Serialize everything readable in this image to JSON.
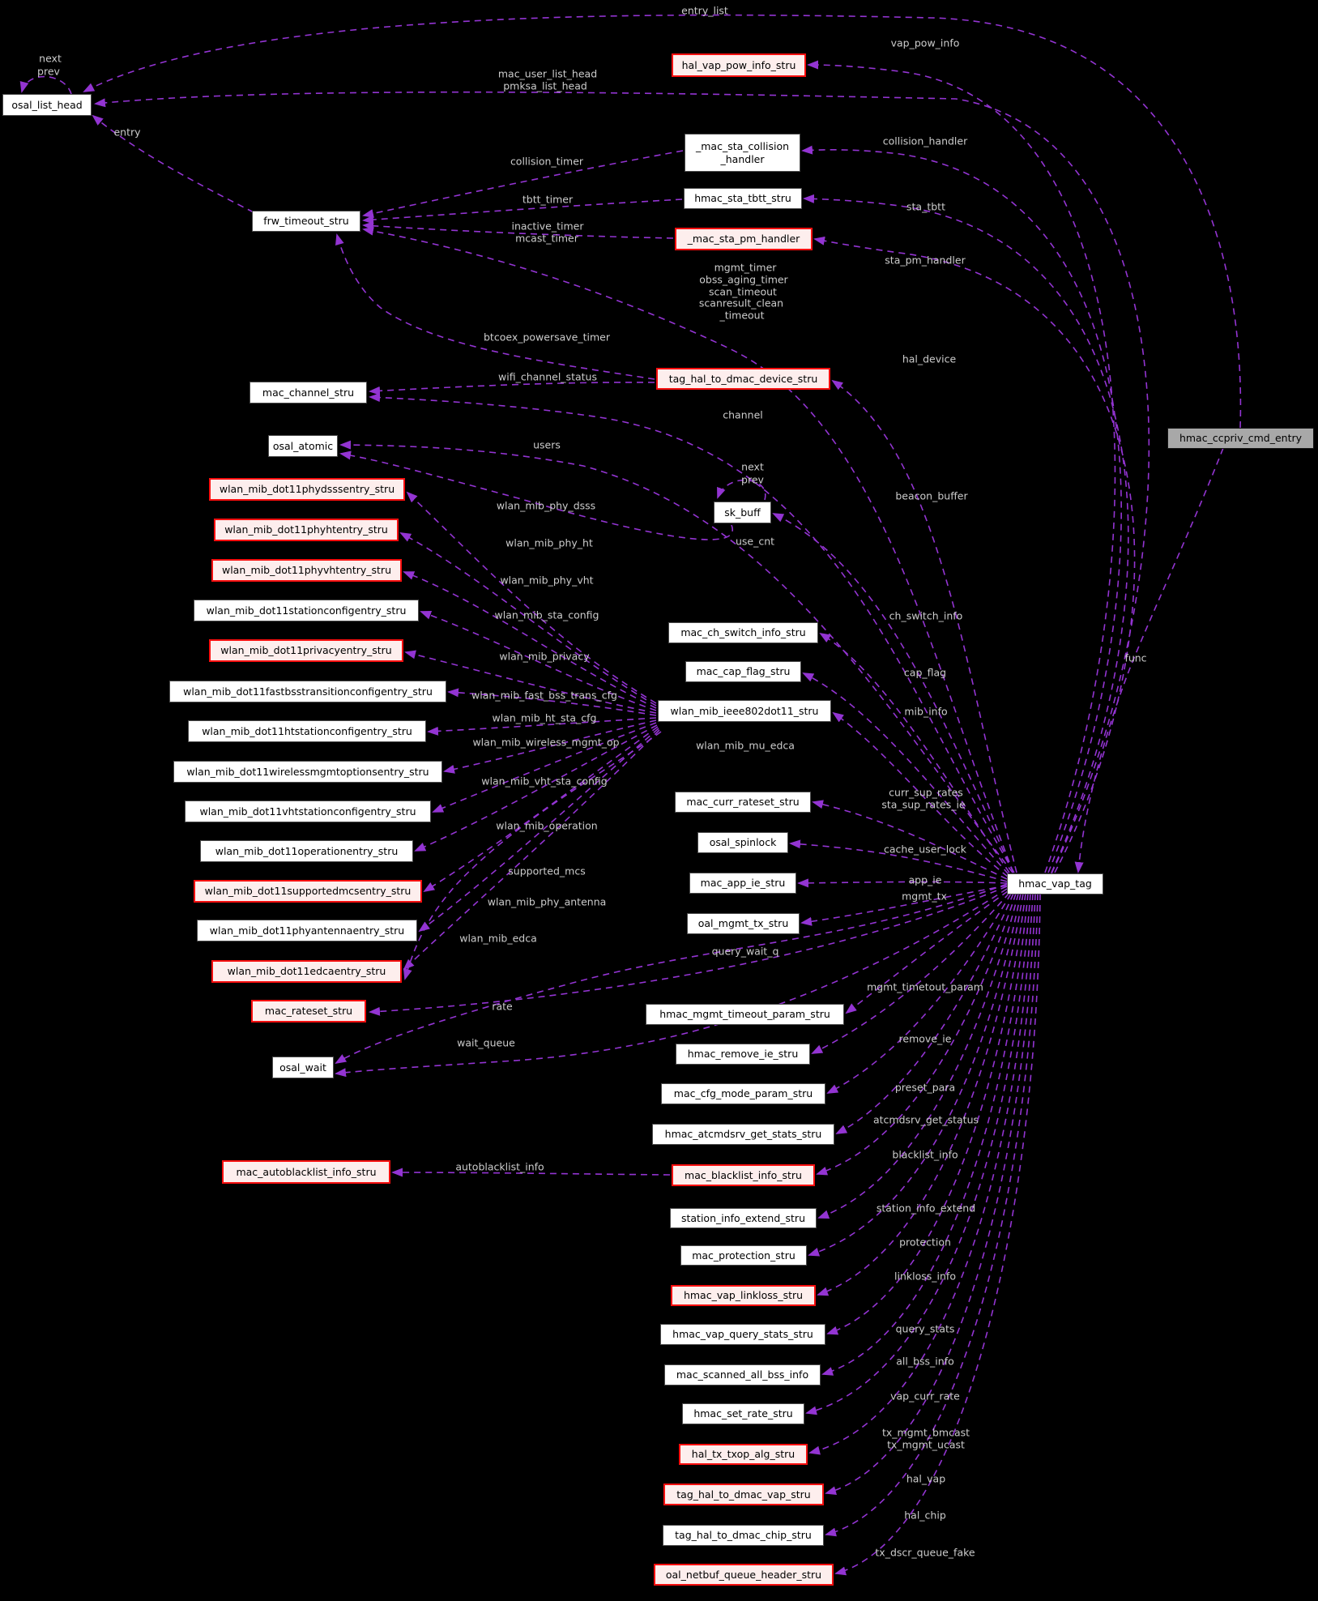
{
  "diagram": {
    "type": "doxygen-collaboration-graph",
    "current_node": "hmac_ccpriv_cmd_entry",
    "colors": {
      "background": "#000000",
      "edge": "#9334d2",
      "edge_label_text": "#cccccc",
      "node_fill": "#ffffff",
      "node_border": "#4c4c4c",
      "node_red_border": "#f80f0f",
      "node_red_fill": "#fdeeed",
      "current_node_fill": "#a8a8a8"
    },
    "nodes": [
      {
        "id": "osal_list_head",
        "label": "osal_list_head",
        "kind": "plain"
      },
      {
        "id": "frw_timeout_stru",
        "label": "frw_timeout_stru",
        "kind": "plain"
      },
      {
        "id": "hal_vap_pow_info_stru",
        "label": "hal_vap_pow_info_stru",
        "kind": "red"
      },
      {
        "id": "_mac_sta_collision_handler",
        "label": "_mac_sta_collision\n_handler",
        "kind": "plain"
      },
      {
        "id": "hmac_sta_tbtt_stru",
        "label": "hmac_sta_tbtt_stru",
        "kind": "plain"
      },
      {
        "id": "_mac_sta_pm_handler",
        "label": "_mac_sta_pm_handler",
        "kind": "red"
      },
      {
        "id": "tag_hal_to_dmac_device_stru",
        "label": "tag_hal_to_dmac_device_stru",
        "kind": "red"
      },
      {
        "id": "mac_channel_stru",
        "label": "mac_channel_stru",
        "kind": "plain"
      },
      {
        "id": "osal_atomic",
        "label": "osal_atomic",
        "kind": "plain"
      },
      {
        "id": "sk_buff",
        "label": "sk_buff",
        "kind": "plain"
      },
      {
        "id": "wlan_mib_dot11phydsssentry_stru",
        "label": "wlan_mib_dot11phydsssentry_stru",
        "kind": "red"
      },
      {
        "id": "wlan_mib_dot11phyhtentry_stru",
        "label": "wlan_mib_dot11phyhtentry_stru",
        "kind": "red"
      },
      {
        "id": "wlan_mib_dot11phyvhtentry_stru",
        "label": "wlan_mib_dot11phyvhtentry_stru",
        "kind": "red"
      },
      {
        "id": "wlan_mib_dot11stationconfigentry_stru",
        "label": "wlan_mib_dot11stationconfigentry_stru",
        "kind": "plain"
      },
      {
        "id": "wlan_mib_dot11privacyentry_stru",
        "label": "wlan_mib_dot11privacyentry_stru",
        "kind": "red"
      },
      {
        "id": "wlan_mib_dot11fastbsstransitionconfigentry_stru",
        "label": "wlan_mib_dot11fastbsstransitionconfigentry_stru",
        "kind": "plain"
      },
      {
        "id": "wlan_mib_dot11htstationconfigentry_stru",
        "label": "wlan_mib_dot11htstationconfigentry_stru",
        "kind": "plain"
      },
      {
        "id": "wlan_mib_dot11wirelessmgmtoptionsentry_stru",
        "label": "wlan_mib_dot11wirelessmgmtoptionsentry_stru",
        "kind": "plain"
      },
      {
        "id": "wlan_mib_dot11vhtstationconfigentry_stru",
        "label": "wlan_mib_dot11vhtstationconfigentry_stru",
        "kind": "plain"
      },
      {
        "id": "wlan_mib_dot11operationentry_stru",
        "label": "wlan_mib_dot11operationentry_stru",
        "kind": "plain"
      },
      {
        "id": "wlan_mib_dot11supportedmcsentry_stru",
        "label": "wlan_mib_dot11supportedmcsentry_stru",
        "kind": "red"
      },
      {
        "id": "wlan_mib_dot11phyantennaentry_stru",
        "label": "wlan_mib_dot11phyantennaentry_stru",
        "kind": "plain"
      },
      {
        "id": "wlan_mib_dot11edcaentry_stru",
        "label": "wlan_mib_dot11edcaentry_stru",
        "kind": "red"
      },
      {
        "id": "mac_rateset_stru",
        "label": "mac_rateset_stru",
        "kind": "red"
      },
      {
        "id": "osal_wait",
        "label": "osal_wait",
        "kind": "plain"
      },
      {
        "id": "mac_autoblacklist_info_stru",
        "label": "mac_autoblacklist_info_stru",
        "kind": "red"
      },
      {
        "id": "mac_ch_switch_info_stru",
        "label": "mac_ch_switch_info_stru",
        "kind": "plain"
      },
      {
        "id": "mac_cap_flag_stru",
        "label": "mac_cap_flag_stru",
        "kind": "plain"
      },
      {
        "id": "wlan_mib_ieee802dot11_stru",
        "label": "wlan_mib_ieee802dot11_stru",
        "kind": "plain"
      },
      {
        "id": "mac_curr_rateset_stru",
        "label": "mac_curr_rateset_stru",
        "kind": "plain"
      },
      {
        "id": "osal_spinlock",
        "label": "osal_spinlock",
        "kind": "plain"
      },
      {
        "id": "mac_app_ie_stru",
        "label": "mac_app_ie_stru",
        "kind": "plain"
      },
      {
        "id": "oal_mgmt_tx_stru",
        "label": "oal_mgmt_tx_stru",
        "kind": "plain"
      },
      {
        "id": "hmac_mgmt_timeout_param_stru",
        "label": "hmac_mgmt_timeout_param_stru",
        "kind": "plain"
      },
      {
        "id": "hmac_remove_ie_stru",
        "label": "hmac_remove_ie_stru",
        "kind": "plain"
      },
      {
        "id": "mac_cfg_mode_param_stru",
        "label": "mac_cfg_mode_param_stru",
        "kind": "plain"
      },
      {
        "id": "hmac_atcmdsrv_get_stats_stru",
        "label": "hmac_atcmdsrv_get_stats_stru",
        "kind": "plain"
      },
      {
        "id": "mac_blacklist_info_stru",
        "label": "mac_blacklist_info_stru",
        "kind": "red"
      },
      {
        "id": "station_info_extend_stru",
        "label": "station_info_extend_stru",
        "kind": "plain"
      },
      {
        "id": "mac_protection_stru",
        "label": "mac_protection_stru",
        "kind": "plain"
      },
      {
        "id": "hmac_vap_linkloss_stru",
        "label": "hmac_vap_linkloss_stru",
        "kind": "red"
      },
      {
        "id": "hmac_vap_query_stats_stru",
        "label": "hmac_vap_query_stats_stru",
        "kind": "plain"
      },
      {
        "id": "mac_scanned_all_bss_info",
        "label": "mac_scanned_all_bss_info",
        "kind": "plain"
      },
      {
        "id": "hmac_set_rate_stru",
        "label": "hmac_set_rate_stru",
        "kind": "plain"
      },
      {
        "id": "hal_tx_txop_alg_stru",
        "label": "hal_tx_txop_alg_stru",
        "kind": "red"
      },
      {
        "id": "tag_hal_to_dmac_vap_stru",
        "label": "tag_hal_to_dmac_vap_stru",
        "kind": "red"
      },
      {
        "id": "tag_hal_to_dmac_chip_stru",
        "label": "tag_hal_to_dmac_chip_stru",
        "kind": "plain"
      },
      {
        "id": "oal_netbuf_queue_header_stru",
        "label": "oal_netbuf_queue_header_stru",
        "kind": "red"
      },
      {
        "id": "hmac_vap_tag",
        "label": "hmac_vap_tag",
        "kind": "plain"
      },
      {
        "id": "hmac_ccpriv_cmd_entry",
        "label": "hmac_ccpriv_cmd_entry",
        "kind": "current"
      }
    ],
    "edge_labels": [
      {
        "id": "osal-next",
        "text": "next"
      },
      {
        "id": "osal-prev",
        "text": "prev"
      },
      {
        "id": "entry_list",
        "text": "entry_list"
      },
      {
        "id": "vap_pow_info",
        "text": "vap_pow_info"
      },
      {
        "id": "mac_user_list_head",
        "text": "mac_user_list_head"
      },
      {
        "id": "pmksa_list_head",
        "text": "pmksa_list_head"
      },
      {
        "id": "entry",
        "text": "entry"
      },
      {
        "id": "collision_handler",
        "text": "collision_handler"
      },
      {
        "id": "collision_timer",
        "text": "collision_timer"
      },
      {
        "id": "tbtt_timer",
        "text": "tbtt_timer"
      },
      {
        "id": "sta_tbtt",
        "text": "sta_tbtt"
      },
      {
        "id": "inactive_timer",
        "text": "inactive_timer"
      },
      {
        "id": "mcast_timer",
        "text": "mcast_timer"
      },
      {
        "id": "sta_pm_handler",
        "text": "sta_pm_handler"
      },
      {
        "id": "mgmt_timer",
        "text": "mgmt_timer"
      },
      {
        "id": "obss_aging_timer",
        "text": "obss_aging_timer"
      },
      {
        "id": "scan_timeout",
        "text": "scan_timeout"
      },
      {
        "id": "scanresult_clean",
        "text": "scanresult_clean"
      },
      {
        "id": "_timeout",
        "text": "_timeout"
      },
      {
        "id": "btcoex_powersave_timer",
        "text": "btcoex_powersave_timer"
      },
      {
        "id": "hal_device",
        "text": "hal_device"
      },
      {
        "id": "wifi_channel_status",
        "text": "wifi_channel_status"
      },
      {
        "id": "channel",
        "text": "channel"
      },
      {
        "id": "users",
        "text": "users"
      },
      {
        "id": "sk-next",
        "text": "next"
      },
      {
        "id": "sk-prev",
        "text": "prev"
      },
      {
        "id": "beacon_buffer",
        "text": "beacon_buffer"
      },
      {
        "id": "wlan_mib_phy_dsss",
        "text": "wlan_mib_phy_dsss"
      },
      {
        "id": "use_cnt",
        "text": "use_cnt"
      },
      {
        "id": "wlan_mib_phy_ht",
        "text": "wlan_mib_phy_ht"
      },
      {
        "id": "wlan_mib_phy_vht",
        "text": "wlan_mib_phy_vht"
      },
      {
        "id": "ch_switch_info",
        "text": "ch_switch_info"
      },
      {
        "id": "wlan_mib_sta_config",
        "text": "wlan_mib_sta_config"
      },
      {
        "id": "wlan_mib_privacy",
        "text": "wlan_mib_privacy"
      },
      {
        "id": "cap_flag",
        "text": "cap_flag"
      },
      {
        "id": "wlan_mib_fast_bss_trans_cfg",
        "text": "wlan_mib_fast_bss_trans_cfg"
      },
      {
        "id": "mib_info",
        "text": "mib_info"
      },
      {
        "id": "wlan_mib_ht_sta_cfg",
        "text": "wlan_mib_ht_sta_cfg"
      },
      {
        "id": "wlan_mib_wireless_mgmt_op",
        "text": "wlan_mib_wireless_mgmt_op"
      },
      {
        "id": "wlan_mib_mu_edca",
        "text": "wlan_mib_mu_edca"
      },
      {
        "id": "wlan_mib_vht_sta_config",
        "text": "wlan_mib_vht_sta_config"
      },
      {
        "id": "wlan_mib_operation",
        "text": "wlan_mib_operation"
      },
      {
        "id": "curr_sup_rates",
        "text": "curr_sup_rates"
      },
      {
        "id": "sta_sup_rates_ie",
        "text": "sta_sup_rates_ie"
      },
      {
        "id": "cache_user_lock",
        "text": "cache_user_lock"
      },
      {
        "id": "supported_mcs",
        "text": "supported_mcs"
      },
      {
        "id": "app_ie",
        "text": "app_ie"
      },
      {
        "id": "mgmt_tx",
        "text": "mgmt_tx"
      },
      {
        "id": "wlan_mib_phy_antenna",
        "text": "wlan_mib_phy_antenna"
      },
      {
        "id": "wlan_mib_edca",
        "text": "wlan_mib_edca"
      },
      {
        "id": "query_wait_q",
        "text": "query_wait_q"
      },
      {
        "id": "rate",
        "text": "rate"
      },
      {
        "id": "mgmt_timetout_param",
        "text": "mgmt_timetout_param"
      },
      {
        "id": "remove_ie",
        "text": "remove_ie"
      },
      {
        "id": "wait_queue",
        "text": "wait_queue"
      },
      {
        "id": "preset_para",
        "text": "preset_para"
      },
      {
        "id": "atcmdsrv_get_status",
        "text": "atcmdsrv_get_status"
      },
      {
        "id": "blacklist_info",
        "text": "blacklist_info"
      },
      {
        "id": "autoblacklist_info",
        "text": "autoblacklist_info"
      },
      {
        "id": "station_info_extend",
        "text": "station_info_extend"
      },
      {
        "id": "protection",
        "text": "protection"
      },
      {
        "id": "linkloss_info",
        "text": "linkloss_info"
      },
      {
        "id": "query_stats",
        "text": "query_stats"
      },
      {
        "id": "all_bss_info",
        "text": "all_bss_info"
      },
      {
        "id": "vap_curr_rate",
        "text": "vap_curr_rate"
      },
      {
        "id": "tx_mgmt_bmcast",
        "text": "tx_mgmt_bmcast"
      },
      {
        "id": "tx_mgmt_ucast",
        "text": "tx_mgmt_ucast"
      },
      {
        "id": "hal_vap",
        "text": "hal_vap"
      },
      {
        "id": "hal_chip",
        "text": "hal_chip"
      },
      {
        "id": "tx_dscr_queue_fake",
        "text": "tx_dscr_queue_fake"
      },
      {
        "id": "func",
        "text": "func"
      }
    ]
  }
}
